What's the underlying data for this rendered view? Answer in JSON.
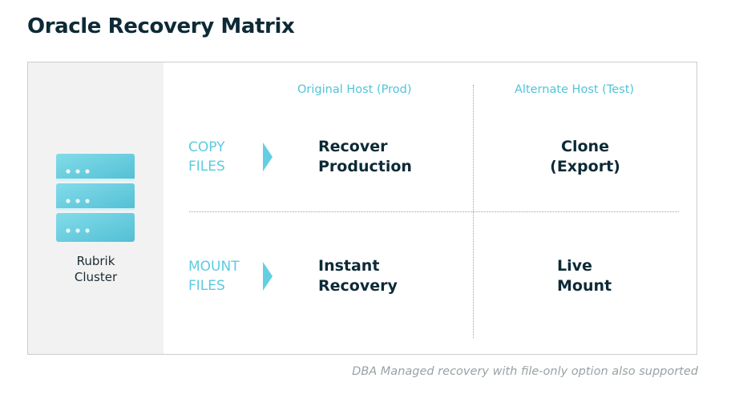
{
  "title": "Oracle Recovery Matrix",
  "cluster": {
    "label_line1": "Rubrik",
    "label_line2": "Cluster"
  },
  "columns": {
    "original": "Original Host (Prod)",
    "alternate": "Alternate Host (Test)"
  },
  "rows": {
    "copy": {
      "line1": "COPY",
      "line2": "FILES"
    },
    "mount": {
      "line1": "MOUNT",
      "line2": "FILES"
    }
  },
  "cells": {
    "copy_original": {
      "line1": "Recover",
      "line2": "Production"
    },
    "copy_alternate": {
      "line1": "Clone",
      "line2": "(Export)"
    },
    "mount_original": {
      "line1": "Instant",
      "line2": "Recovery"
    },
    "mount_alternate": {
      "line1": "Live",
      "line2": "Mount"
    }
  },
  "footnote": "DBA Managed recovery with file-only option also supported",
  "colors": {
    "title": "#0d2a36",
    "accent": "#5bcbe0",
    "server_light": "#7fdbe9",
    "server_dark": "#56c2d6",
    "panel_left_bg": "#f2f2f2",
    "footnote": "#9aa1a5"
  },
  "icons": {
    "cluster": "server-stack-icon",
    "row_arrow": "chevron-right-icon"
  }
}
